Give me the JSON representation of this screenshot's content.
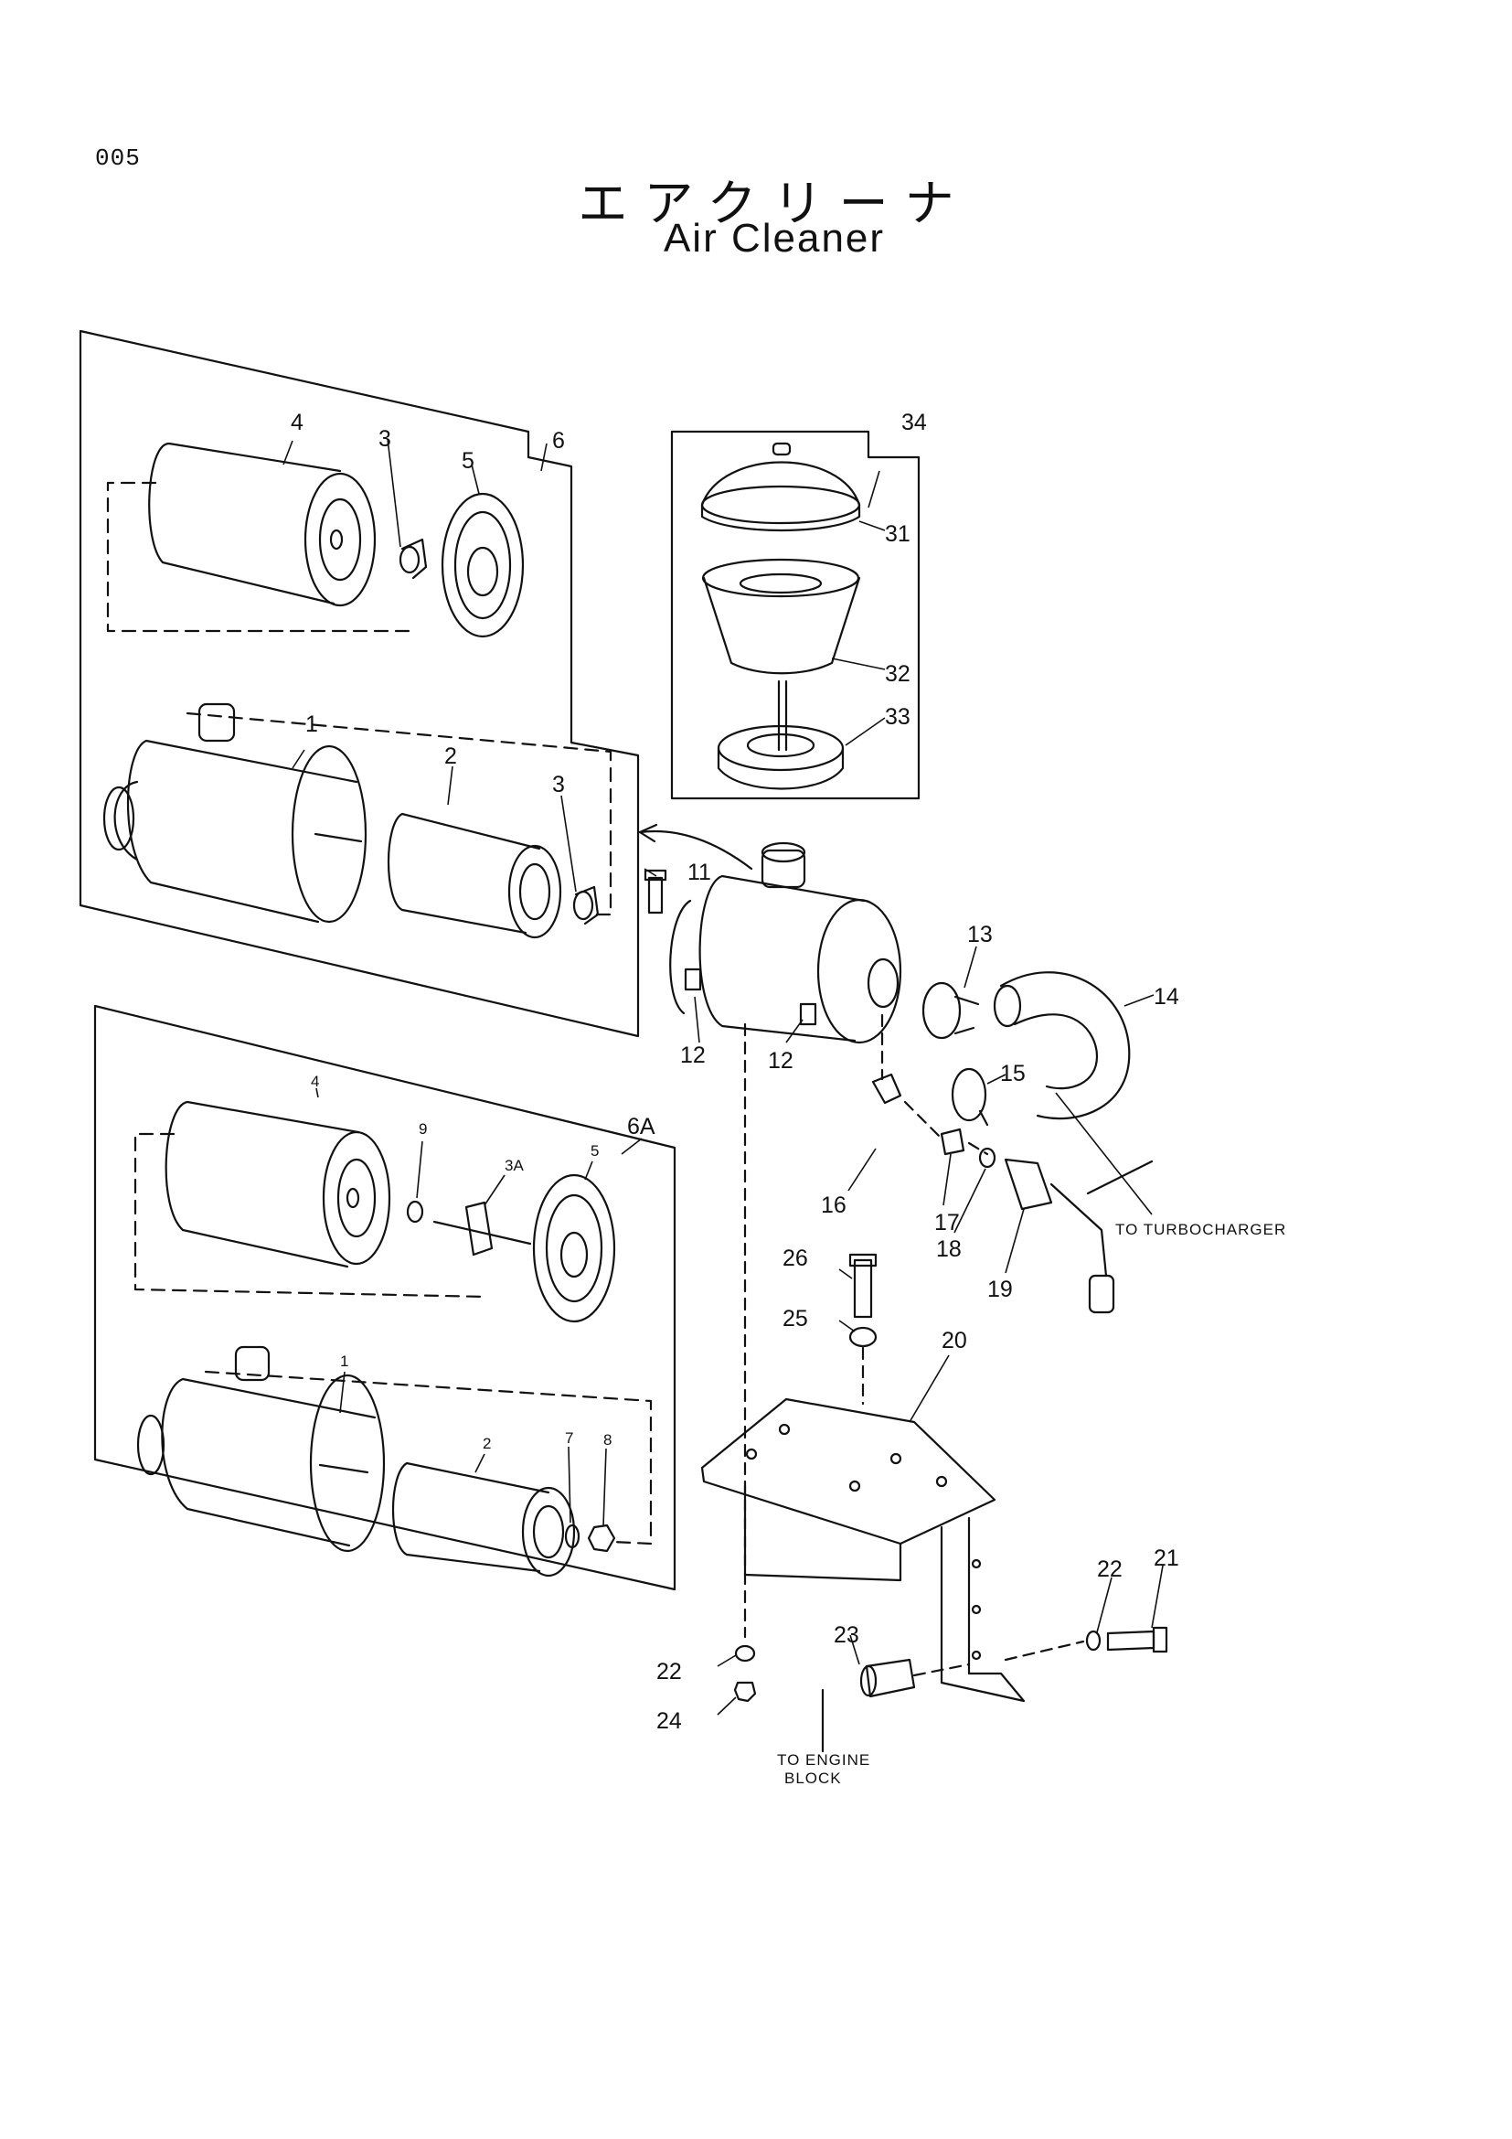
{
  "header": {
    "page_number": "005",
    "title_jp": "エアクリーナ",
    "title_en": "Air Cleaner"
  },
  "callouts": {
    "c1": "1",
    "c2": "2",
    "c3": "3",
    "c4": "4",
    "c5": "5",
    "c6": "6",
    "c6a": "6A",
    "c3a": "3A",
    "c7": "7",
    "c8": "8",
    "c9": "9",
    "c11": "11",
    "c12": "12",
    "c13": "13",
    "c14": "14",
    "c15": "15",
    "c16": "16",
    "c17": "17",
    "c18": "18",
    "c19": "19",
    "c20": "20",
    "c21": "21",
    "c22": "22",
    "c23": "23",
    "c24": "24",
    "c25": "25",
    "c26": "26",
    "c31": "31",
    "c32": "32",
    "c33": "33",
    "c34": "34"
  },
  "notes": {
    "to_turbocharger": "TO TURBOCHARGER",
    "to_engine_line1": "TO ENGINE",
    "to_engine_line2": "BLOCK"
  }
}
